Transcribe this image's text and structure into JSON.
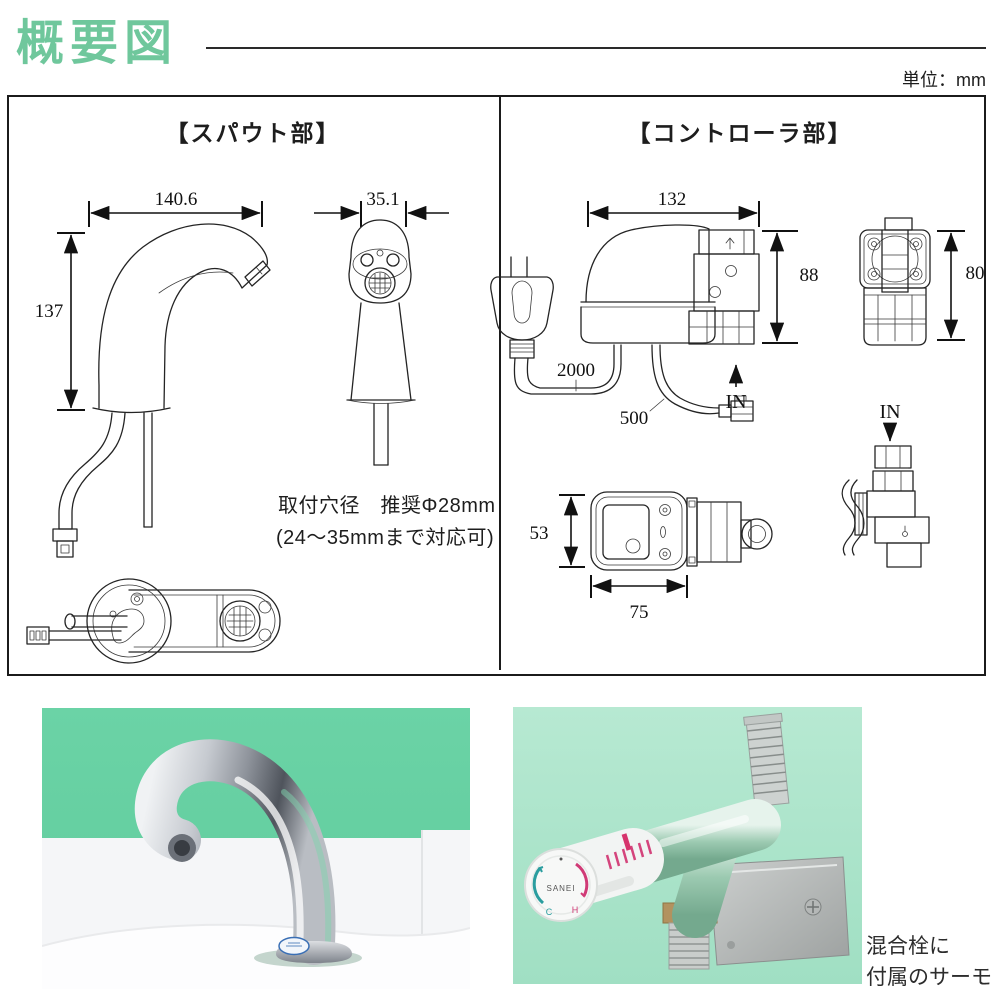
{
  "page": {
    "title": "概要図",
    "unit_label": "単位：mm"
  },
  "spout": {
    "title": "【スパウト部】",
    "dim_width": "140.6",
    "dim_front_width": "35.1",
    "dim_height": "137",
    "note1": "取付穴径　推奨Φ28mm",
    "note2": "(24〜35mmまで対応可)"
  },
  "controller": {
    "title": "【コントローラ部】",
    "dim_width": "132",
    "dim_height": "88",
    "dim_valve_height": "80",
    "cable_power_length": "2000",
    "cable_sensor_length": "500",
    "in_top": "IN",
    "in_side": "IN",
    "dim_bottom_height": "53",
    "dim_bottom_width": "75"
  },
  "photos": {
    "caption_line1": "混合栓に",
    "caption_line2": "付属のサーモ",
    "dial_brand": "SANEI",
    "dial_cold": "C",
    "dial_hot": "H"
  },
  "colors": {
    "accent_green": "#6FC79C",
    "line": "#1B1B1B",
    "photo_left_bg": "#63CFA0",
    "photo_right_bg": "#A9E3C9"
  }
}
